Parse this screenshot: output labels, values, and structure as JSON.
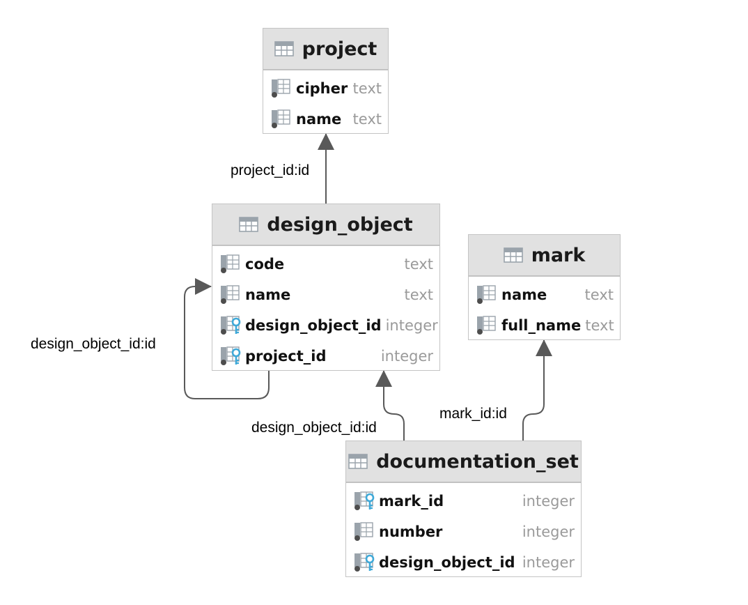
{
  "tables": {
    "project": {
      "title": "project",
      "columns": [
        {
          "name": "cipher",
          "type": "text",
          "icon": "column-icon"
        },
        {
          "name": "name",
          "type": "text",
          "icon": "column-icon"
        }
      ]
    },
    "design_object": {
      "title": "design_object",
      "columns": [
        {
          "name": "code",
          "type": "text",
          "icon": "column-icon"
        },
        {
          "name": "name",
          "type": "text",
          "icon": "column-icon"
        },
        {
          "name": "design_object_id",
          "type": "integer",
          "icon": "foreign-key-column-icon"
        },
        {
          "name": "project_id",
          "type": "integer",
          "icon": "foreign-key-column-icon"
        }
      ]
    },
    "mark": {
      "title": "mark",
      "columns": [
        {
          "name": "name",
          "type": "text",
          "icon": "column-icon"
        },
        {
          "name": "full_name",
          "type": "text",
          "icon": "column-icon"
        }
      ]
    },
    "documentation_set": {
      "title": "documentation_set",
      "columns": [
        {
          "name": "mark_id",
          "type": "integer",
          "icon": "foreign-key-column-icon"
        },
        {
          "name": "number",
          "type": "integer",
          "icon": "column-icon"
        },
        {
          "name": "design_object_id",
          "type": "integer",
          "icon": "foreign-key-column-icon"
        }
      ]
    }
  },
  "relations": [
    {
      "label": "project_id:id"
    },
    {
      "label": "design_object_id:id"
    },
    {
      "label": "design_object_id:id"
    },
    {
      "label": "mark_id:id"
    }
  ],
  "colors": {
    "header_bg": "#e1e1e1",
    "border": "#c4c4c4",
    "edge": "#595959",
    "type_text": "#9a9a9a",
    "key_icon": "#3fa9d8"
  }
}
